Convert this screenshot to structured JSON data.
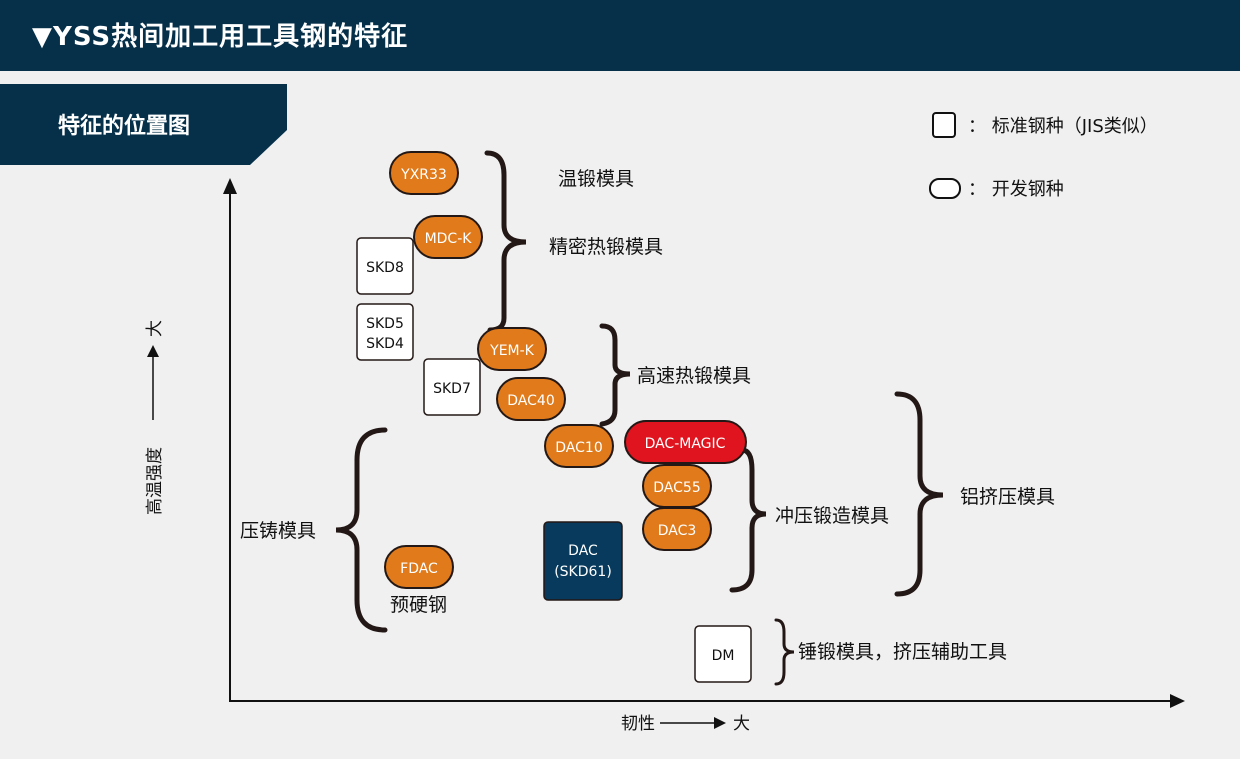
{
  "header": {
    "title": "▼YSS热间加工用工具钢的特征"
  },
  "section": {
    "title": "特征的位置图"
  },
  "legend": {
    "standard": "： 标准钢种（JIS类似）",
    "developed": "： 开发钢种"
  },
  "axes": {
    "y_label": "高温强度",
    "y_big": "大",
    "x_label": "韧性",
    "x_big": "大"
  },
  "grades": {
    "yxr33": "YXR33",
    "mdck": "MDC-K",
    "skd8": "SKD8",
    "skd5": "SKD5",
    "skd4": "SKD4",
    "yemk": "YEM-K",
    "skd7": "SKD7",
    "dac40": "DAC40",
    "dac10": "DAC10",
    "dacmagic": "DAC-MAGIC",
    "dac55": "DAC55",
    "dac3": "DAC3",
    "dac": "DAC",
    "skd61": "(SKD61)",
    "fdac": "FDAC",
    "dm": "DM"
  },
  "applications": {
    "warm_forging": "温锻模具",
    "precision_hot_forging": "精密热锻模具",
    "high_speed_hot_forging": "高速热锻模具",
    "die_casting": "压铸模具",
    "prehardened": "预硬钢",
    "press_forging": "冲压锻造模具",
    "aluminum_extrusion": "铝挤压模具",
    "hammer_forging": "锤锻模具，挤压辅助工具"
  },
  "colors": {
    "header_bg": "#06304a",
    "developed_orange": "#e07a1a",
    "magic_red": "#e0141e",
    "dac_navy": "#073a5c",
    "background": "#f0f0f0"
  }
}
